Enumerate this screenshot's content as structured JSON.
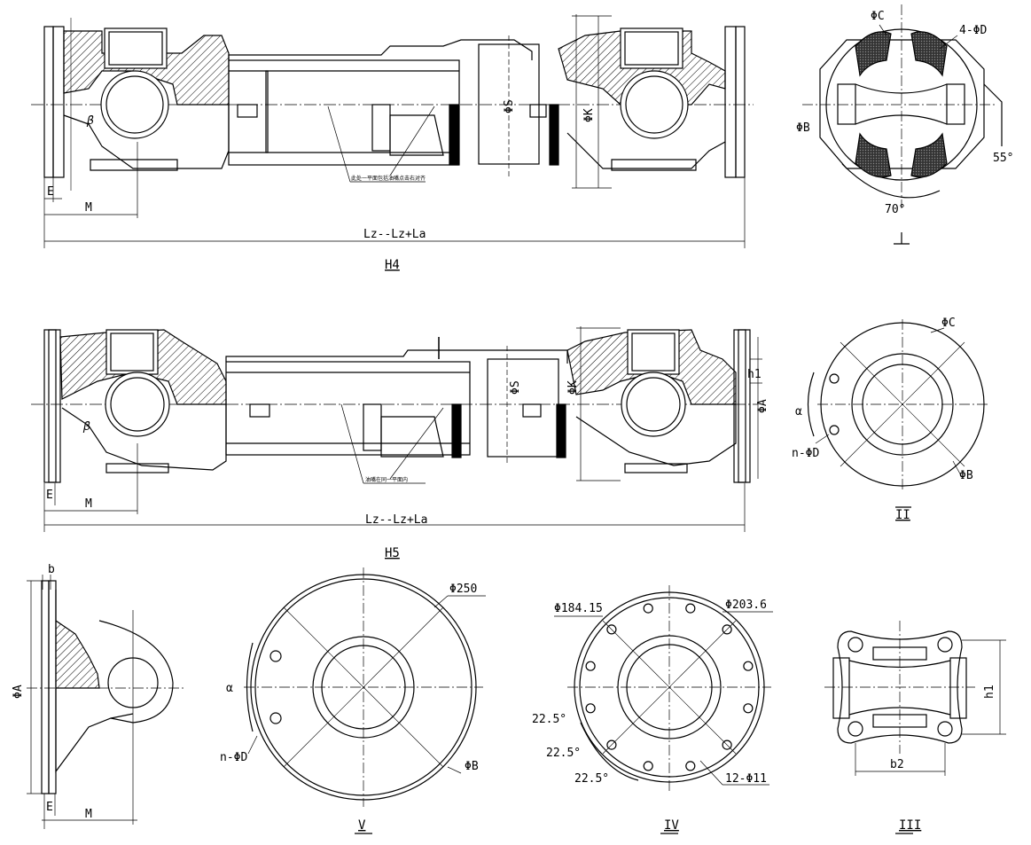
{
  "views": {
    "h4": {
      "title": "H4",
      "length_label": "Lz--Lz+La",
      "M": "M",
      "E": "E",
      "beta": "β",
      "phiS": "ΦS",
      "phiK": "ΦK",
      "note": "此处一平面包括油嘴点击右对齐"
    },
    "h5": {
      "title": "H5",
      "length_label": "Lz--Lz+La",
      "M": "M",
      "E": "E",
      "beta": "β",
      "phiS": "ΦS",
      "phiK": "ΦK",
      "h1": "h1",
      "phiA": "ΦA",
      "note": "油嘴在同一平面内"
    },
    "view_I": {
      "title": "I",
      "phiC": "ΦC",
      "holes": "4-ΦD",
      "phiB": "ΦB",
      "angle1": "55°",
      "angle2": "70°"
    },
    "view_II": {
      "title": "II",
      "phiC": "ΦC",
      "alpha": "α",
      "holes": "n-ΦD",
      "phiB": "ΦB"
    },
    "view_flange": {
      "b": "b",
      "phiA": "ΦA",
      "E": "E",
      "M": "M"
    },
    "view_V": {
      "title": "V",
      "dia": "Φ250",
      "alpha": "α",
      "holes": "n-ΦD",
      "phiB": "ΦB"
    },
    "view_IV": {
      "title": "IV",
      "dia1": "Φ184.15",
      "dia2": "Φ203.6",
      "angle1": "22.5°",
      "angle2": "22.5°",
      "angle3": "22.5°",
      "holes": "12-Φ11"
    },
    "view_III": {
      "title": "III",
      "h1": "h1",
      "b2": "b2"
    }
  }
}
